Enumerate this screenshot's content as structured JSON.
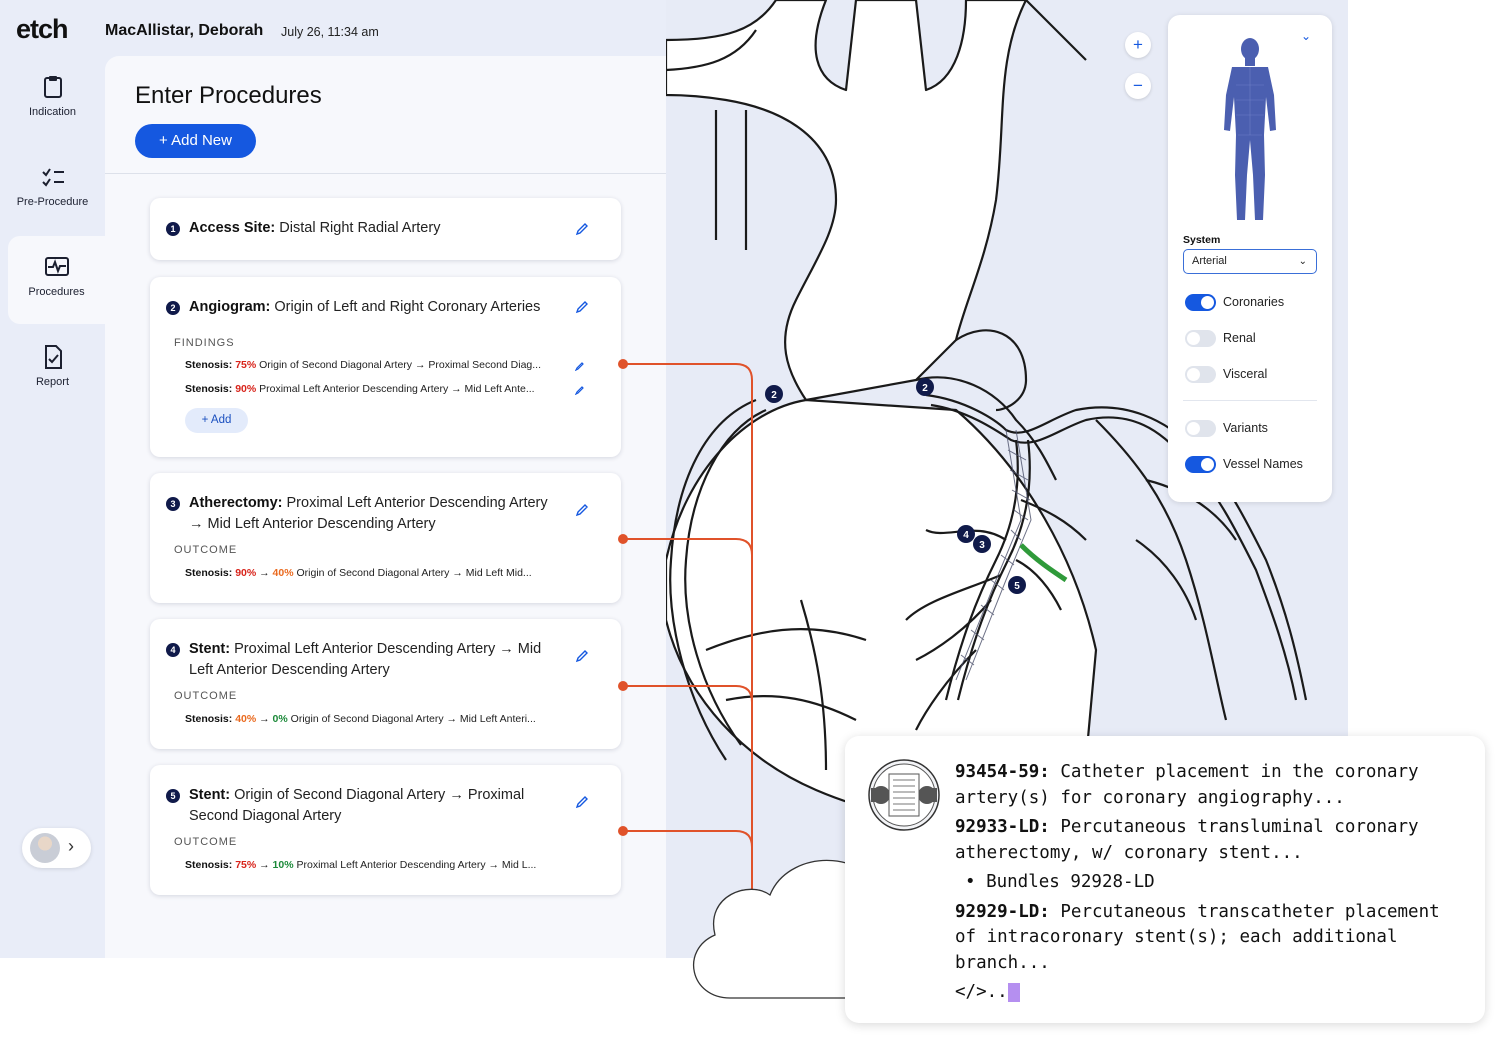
{
  "header": {
    "logo": "etch",
    "patient_name": "MacAllistar, Deborah",
    "datetime": "July 26, 11:34 am"
  },
  "sidebar": {
    "items": [
      {
        "label": "Indication",
        "icon": "clipboard-icon"
      },
      {
        "label": "Pre-Procedure",
        "icon": "checklist-icon"
      },
      {
        "label": "Procedures",
        "icon": "pulse-monitor-icon",
        "active": true
      },
      {
        "label": "Report",
        "icon": "document-check-icon"
      }
    ]
  },
  "panel": {
    "title": "Enter Procedures",
    "add_new_label": "+ Add New"
  },
  "procedures": [
    {
      "num": "1",
      "type": "Access Site:",
      "name": "Distal Right Radial Artery"
    },
    {
      "num": "2",
      "type": "Angiogram:",
      "name": "Origin of Left and Right Coronary Arteries",
      "section": "FINDINGS",
      "lines": [
        {
          "label": "Stenosis:",
          "v1": "75%",
          "text": "Origin of Second Diagonal Artery → Proximal Second Diag..."
        },
        {
          "label": "Stenosis:",
          "v1": "90%",
          "text": "Proximal Left Anterior Descending Artery → Mid Left Ante..."
        }
      ],
      "add_label": "+ Add"
    },
    {
      "num": "3",
      "type": "Atherectomy:",
      "name": "Proximal Left Anterior Descending Artery → Mid Left Anterior Descending Artery",
      "section": "OUTCOME",
      "line": {
        "label": "Stenosis:",
        "v1": "90%",
        "arrow": "→",
        "v2": "40%",
        "text": "Origin of Second Diagonal Artery → Mid Left Mid..."
      }
    },
    {
      "num": "4",
      "type": "Stent:",
      "name": "Proximal Left Anterior Descending Artery → Mid Left Anterior Descending Artery",
      "section": "OUTCOME",
      "line": {
        "label": "Stenosis:",
        "v1": "40%",
        "arrow": "→",
        "v2": "0%",
        "text": "Origin of Second Diagonal Artery → Mid Left Anteri..."
      }
    },
    {
      "num": "5",
      "type": "Stent:",
      "name": "Origin of Second Diagonal Artery → Proximal Second Diagonal Artery",
      "section": "OUTCOME",
      "line": {
        "label": "Stenosis:",
        "v1": "75%",
        "arrow": "→",
        "v2": "10%",
        "text": "Proximal Left Anterior Descending Artery → Mid L..."
      }
    }
  ],
  "map": {
    "markers": [
      "2",
      "2",
      "4",
      "3",
      "5"
    ],
    "zoom_in": "+",
    "zoom_out": "−"
  },
  "system_panel": {
    "collapse_icon": "chevrons-icon",
    "system_label": "System",
    "system_value": "Arterial",
    "toggles": [
      {
        "label": "Coronaries",
        "on": true
      },
      {
        "label": "Renal",
        "on": false
      },
      {
        "label": "Visceral",
        "on": false
      },
      {
        "label": "Variants",
        "on": false
      },
      {
        "label": "Vessel Names",
        "on": true
      }
    ]
  },
  "codes": [
    {
      "code": "93454-59:",
      "desc": "Catheter placement in the coronary artery(s) for coronary angiography..."
    },
    {
      "code": "92933-LD:",
      "desc": "Percutaneous transluminal coronary atherectomy, w/ coronary stent...",
      "bullet": "• Bundles 92928-LD"
    },
    {
      "code": "92929-LD:",
      "desc": "Percutaneous transcatheter placement of intracoronary stent(s); each additional branch..."
    }
  ],
  "code_tail": "</>..",
  "colors": {
    "accent": "#1558e0",
    "connector": "#e0522a",
    "body": "#4b5fb0",
    "stent": "#2f9a3a"
  }
}
